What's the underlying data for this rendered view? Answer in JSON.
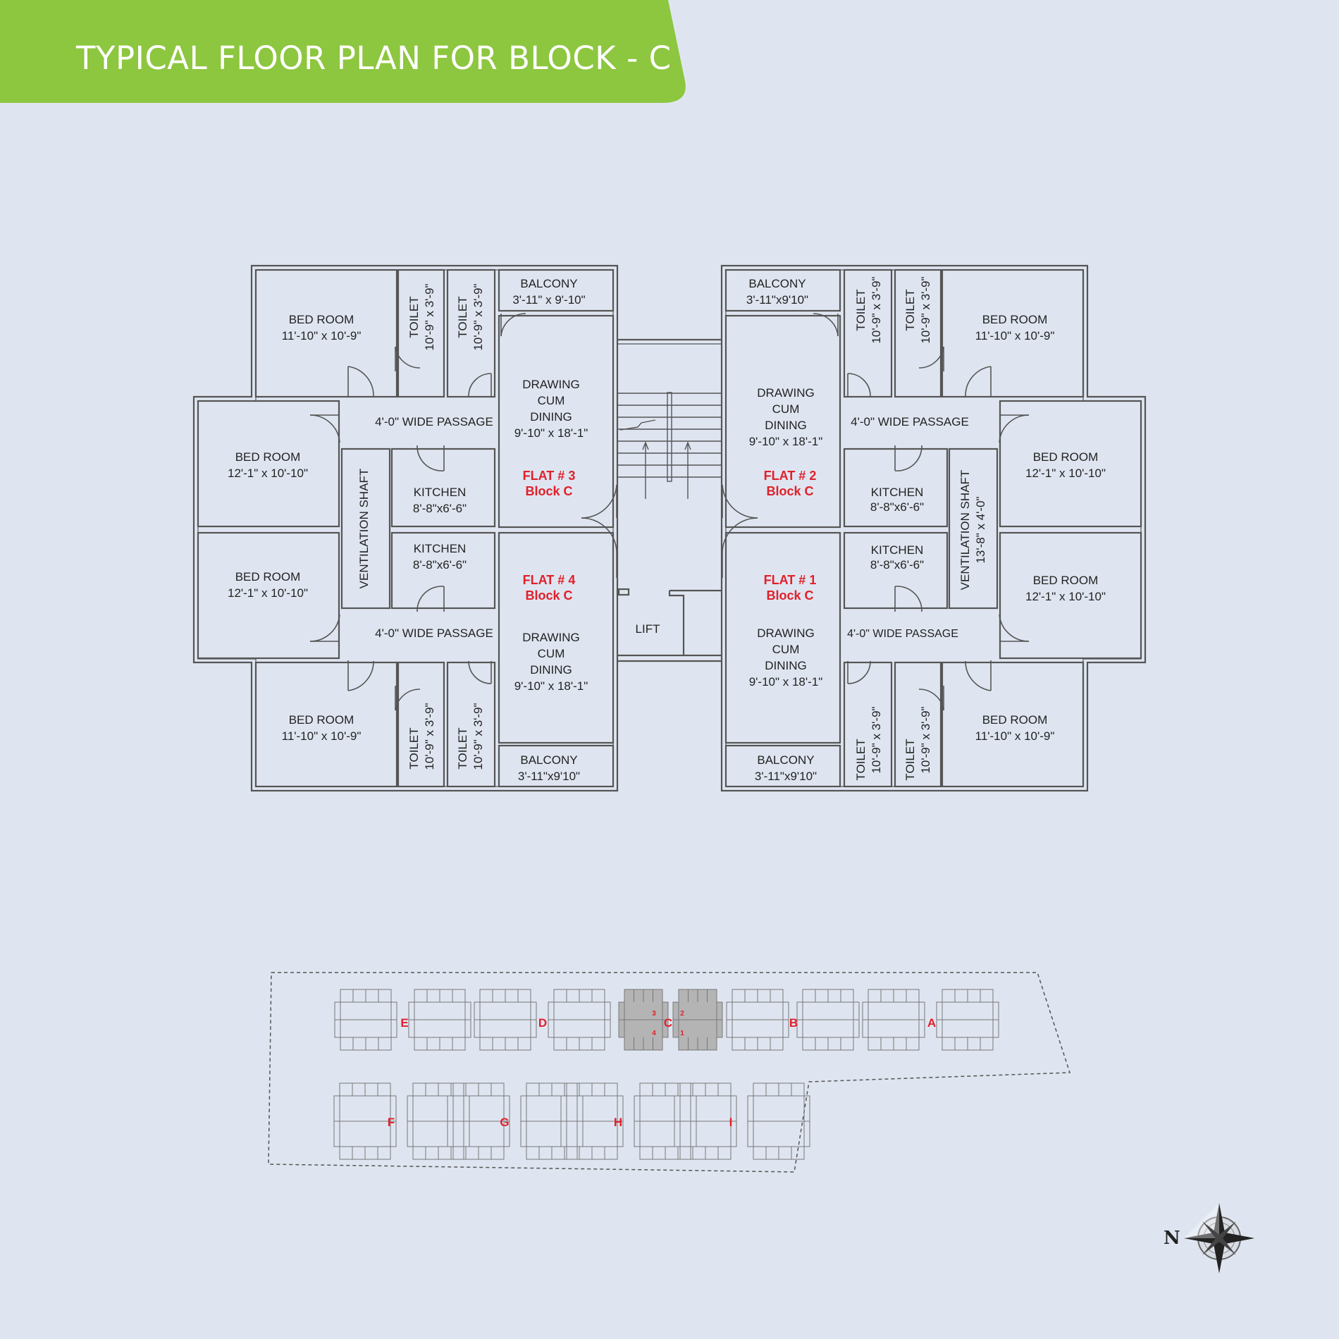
{
  "header": {
    "title": "TYPICAL FLOOR PLAN FOR BLOCK - C"
  },
  "colors": {
    "banner": "#8dc63f",
    "background": "#dfe5f0",
    "wall": "#555555",
    "flat_label": "#e0202a",
    "highlight": "#b4b4b4"
  },
  "core": {
    "lift": "LIFT"
  },
  "flat3": {
    "bed_tl": {
      "name": "BED ROOM",
      "size": "11'-10\" x 10'-9\""
    },
    "toilet_a": {
      "name": "TOILET",
      "size": "10'-9\" x 3'-9\""
    },
    "toilet_b": {
      "name": "TOILET",
      "size": "10'-9\" x 3'-9\""
    },
    "balcony": {
      "name": "BALCONY",
      "size": "3'-11\" x 9'-10\""
    },
    "passage": "4'-0\" WIDE PASSAGE",
    "drawing": {
      "l1": "DRAWING",
      "l2": "CUM",
      "l3": "DINING",
      "size": "9'-10\" x 18'-1\""
    },
    "bed_l": {
      "name": "BED ROOM",
      "size": "12'-1\" x 10'-10\""
    },
    "kitchen": {
      "name": "KITCHEN",
      "size": "8'-8\"x6'-6\""
    },
    "flat": "FLAT # 3",
    "block": "Block C"
  },
  "shaft_left": "VENTILATION SHAFT",
  "flat4": {
    "bed_l": {
      "name": "BED ROOM",
      "size": "12'-1\" x 10'-10\""
    },
    "kitchen": {
      "name": "KITCHEN",
      "size": "8'-8\"x6'-6\""
    },
    "flat": "FLAT # 4",
    "block": "Block C",
    "passage": "4'-0\" WIDE PASSAGE",
    "drawing": {
      "l1": "DRAWING",
      "l2": "CUM",
      "l3": "DINING",
      "size": "9'-10\" x 18'-1\""
    },
    "bed_bl": {
      "name": "BED ROOM",
      "size": "11'-10\" x 10'-9\""
    },
    "toilet_a": {
      "name": "TOILET",
      "size": "10'-9\" x 3'-9\""
    },
    "toilet_b": {
      "name": "TOILET",
      "size": "10'-9\" x 3'-9\""
    },
    "balcony": {
      "name": "BALCONY",
      "size": "3'-11\"x9'10\""
    }
  },
  "flat2": {
    "balcony": {
      "name": "BALCONY",
      "size": "3'-11\"x9'10\""
    },
    "toilet_a": {
      "name": "TOILET",
      "size": "10'-9\" x 3'-9\""
    },
    "toilet_b": {
      "name": "TOILET",
      "size": "10'-9\" x 3'-9\""
    },
    "bed_tr": {
      "name": "BED ROOM",
      "size": "11'-10\" x 10'-9\""
    },
    "drawing": {
      "l1": "DRAWING",
      "l2": "CUM",
      "l3": "DINING",
      "size": "9'-10\" x 18'-1\""
    },
    "passage": "4'-0\" WIDE PASSAGE",
    "bed_r": {
      "name": "BED ROOM",
      "size": "12'-1\" x 10'-10\""
    },
    "kitchen": {
      "name": "KITCHEN",
      "size": "8'-8\"x6'-6\""
    },
    "flat": "FLAT # 2",
    "block": "Block C"
  },
  "shaft_right": {
    "name": "VENTILATION SHAFT",
    "size": "13'-8\" x 4'-0\""
  },
  "flat1": {
    "kitchen": {
      "name": "KITCHEN",
      "size": "8'-8\"x6'-6\""
    },
    "bed_r": {
      "name": "BED ROOM",
      "size": "12'-1\" x 10'-10\""
    },
    "flat": "FLAT # 1",
    "block": "Block C",
    "drawing": {
      "l1": "DRAWING",
      "l2": "CUM",
      "l3": "DINING",
      "size": "9'-10\" x 18'-1\""
    },
    "passage": "4'-0\" WIDE PASSAGE",
    "toilet_a": {
      "name": "TOILET",
      "size": "10'-9\" x 3'-9\""
    },
    "toilet_b": {
      "name": "TOILET",
      "size": "10'-9\" x 3'-9\""
    },
    "bed_br": {
      "name": "BED ROOM",
      "size": "11'-10\" x 10'-9\""
    },
    "balcony": {
      "name": "BALCONY",
      "size": "3'-11\"x9'10\""
    }
  },
  "key_plan": {
    "blocks_top": [
      "E",
      "D",
      "C",
      "B",
      "A"
    ],
    "blocks_bottom": [
      "F",
      "G",
      "H",
      "I"
    ],
    "flat_numbers": [
      "3",
      "2",
      "4",
      "1"
    ]
  },
  "compass": {
    "north": "N"
  }
}
